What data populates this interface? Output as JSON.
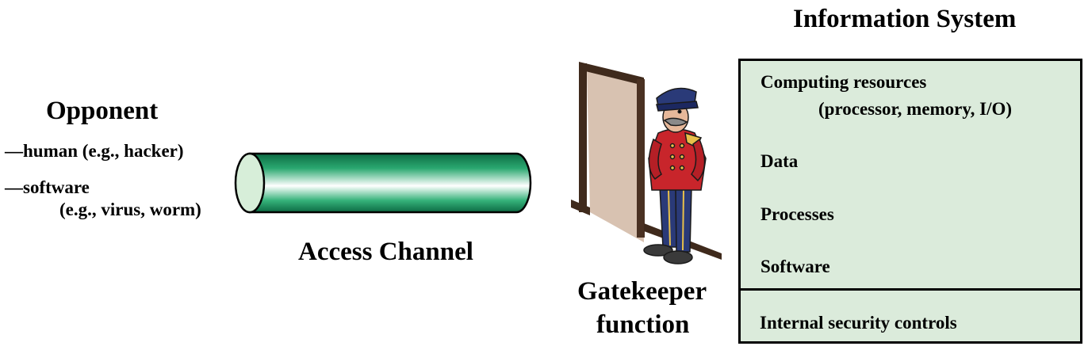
{
  "opponent": {
    "title": "Opponent",
    "items": [
      "—human (e.g., hacker)",
      "—software",
      "(e.g., virus, worm)"
    ]
  },
  "channel": {
    "label": "Access Channel"
  },
  "gatekeeper": {
    "line1": "Gatekeeper",
    "line2": "function"
  },
  "info_system": {
    "title": "Information System",
    "resources_line1": "Computing resources",
    "resources_line2": "(processor, memory, I/O)",
    "data": "Data",
    "processes": "Processes",
    "software": "Software",
    "internal": "Internal security controls"
  },
  "colors": {
    "box_fill": "#dbebdb",
    "tube_green": "#2aa870",
    "coat_red": "#c8252b",
    "hat_navy": "#2a3a78"
  }
}
